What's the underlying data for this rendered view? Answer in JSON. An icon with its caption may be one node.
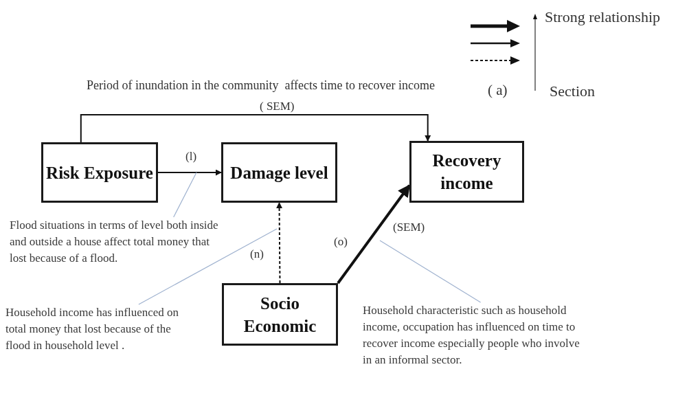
{
  "diagram": {
    "nodes": [
      {
        "text": [
          "Risk Exposure"
        ]
      },
      {
        "text": [
          "Damage level"
        ]
      },
      {
        "text": [
          "Recovery income"
        ]
      },
      {
        "text": [
          "Socio Economic"
        ]
      },
      {
        "text": [
          "Flood situations in terms of level both inside and outside a house affect total money that lost because of a flood."
        ]
      },
      {
        "text": [
          "Household income has influenced on total money that lost because of the flood in household level ."
        ]
      },
      {
        "text": [
          "Household characteristic such as household income, occupation has influenced on time to recover income especially people who involve in an informal sector."
        ]
      }
    ],
    "edges": [
      {
        "from": 0,
        "to": 1,
        "arrow": "to",
        "label": "(l)"
      },
      {
        "from": 0,
        "to": 2,
        "arrow": "to"
      },
      {
        "from": 3,
        "to": 1,
        "arrow": "to",
        "label": "(n)",
        "style": "dashed"
      },
      {
        "from": 3,
        "to": 2,
        "arrow": "to",
        "label": "(o)",
        "style": "thick"
      },
      {
        "from": 4,
        "to": null,
        "arrow": "none",
        "color": "#9fb2cf"
      },
      {
        "from": 5,
        "to": null,
        "arrow": "none",
        "color": "#9fb2cf"
      },
      {
        "from": 6,
        "to": null,
        "arrow": "none",
        "color": "#9fb2cf"
      }
    ],
    "labels": [
      "Strong relationship",
      "( a)",
      "Section",
      "Period of inundation in the community  affects time to recover income",
      "( SEM)",
      "(SEM)"
    ]
  }
}
